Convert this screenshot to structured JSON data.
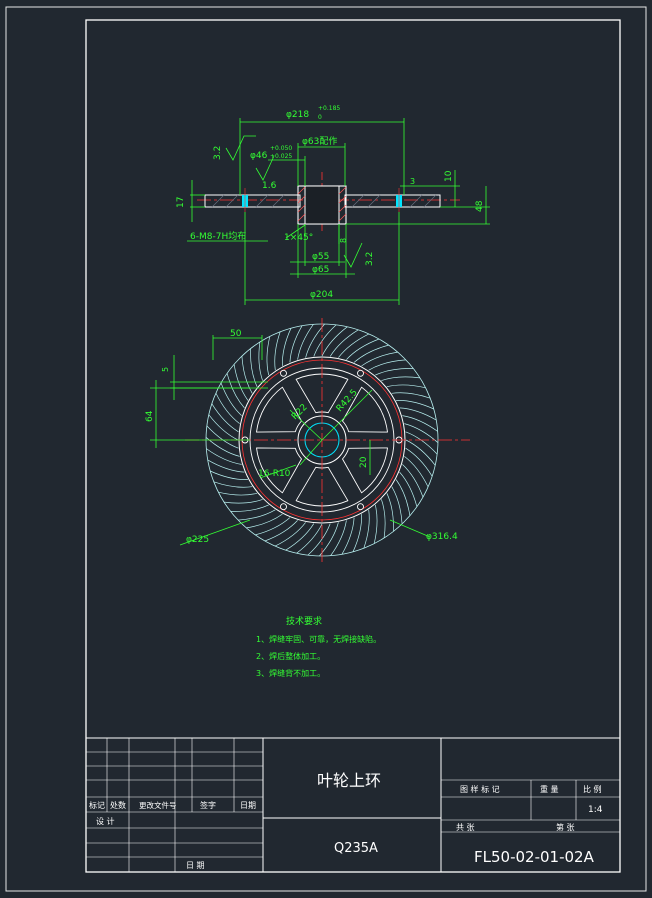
{
  "side_view": {
    "dims": {
      "d218": "φ218",
      "d218_tol": "+0.185",
      "d218_tol_zero": "0",
      "d63": "φ63配作",
      "d46": "φ46",
      "d46_tol_upper": "+0.050",
      "d46_tol_lower": "+0.025",
      "rough_3_2_left": "3.2",
      "rough_1_6": "1.6",
      "h3": "3",
      "h10": "10",
      "h17": "17",
      "h48": "48",
      "holes": "6-M8-7H均布",
      "chamfer": "1×45°",
      "h8": "8",
      "rough_3_2_right": "3.2",
      "d55": "φ55",
      "d65": "φ65",
      "d204": "φ204"
    }
  },
  "plan_view": {
    "dims": {
      "w50": "50",
      "h5": "5",
      "h64": "64",
      "r22": "R22",
      "d42_5": "R42.5",
      "h20": "20",
      "fillets": "16-R10",
      "d225": "φ225",
      "d316_4": "φ316.4"
    }
  },
  "notes": {
    "title": "技术要求",
    "items": [
      "1、焊缝牢固、可靠，无焊接缺陷。",
      "2、焊后整体加工。",
      "3、焊缝背不加工。"
    ]
  },
  "title_block": {
    "part_name": "叶轮上环",
    "material": "Q235A",
    "drawing_no": "FL50-02-01-02A",
    "scale": "1:4",
    "sheet_info": "共  张   第  张",
    "headers": {
      "mark": "标记",
      "count": "处数",
      "doc": "更改文件号",
      "sign": "签字",
      "date": "日期",
      "design": "设 计",
      "approve": "日 期",
      "stage": "图 样 标 记",
      "weight": "重 量",
      "ratio": "比 例",
      "total": "共    张",
      "sheet": "第    张"
    }
  },
  "colors": {
    "background": "#212830",
    "outline": "#ffffff",
    "dimension": "#33ff33",
    "centerline": "#ff3333",
    "blade": "#b8f0f0",
    "hub": "#00e5ff"
  }
}
